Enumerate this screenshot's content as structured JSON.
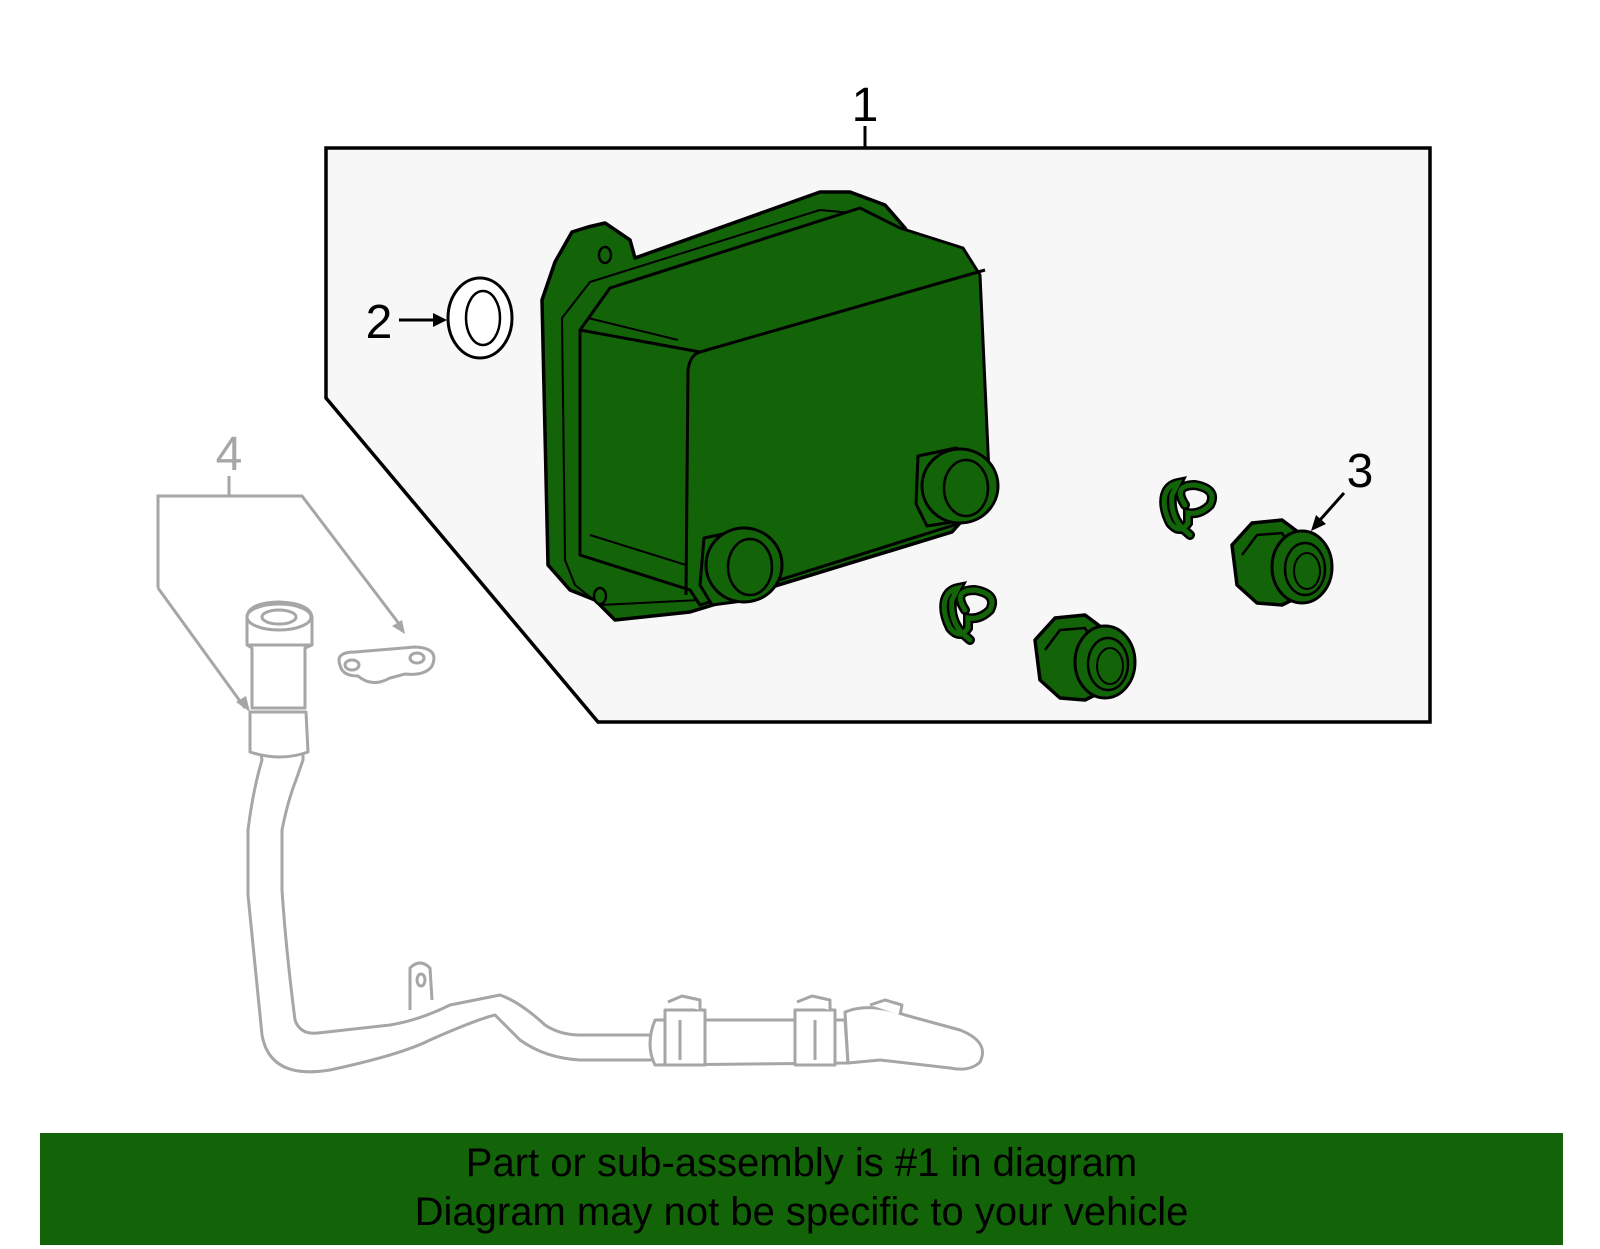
{
  "callouts": {
    "part_1": "1",
    "part_2": "2",
    "part_3": "3",
    "part_4": "4"
  },
  "banner": {
    "line1": "Part or sub-assembly is #1 in diagram",
    "line2": "Diagram may not be specific to your vehicle"
  },
  "colors": {
    "highlight_green": "#136308",
    "panel_fill": "#f7f7f7",
    "outline": "#000000",
    "faded_part": "#a6a6a6"
  }
}
